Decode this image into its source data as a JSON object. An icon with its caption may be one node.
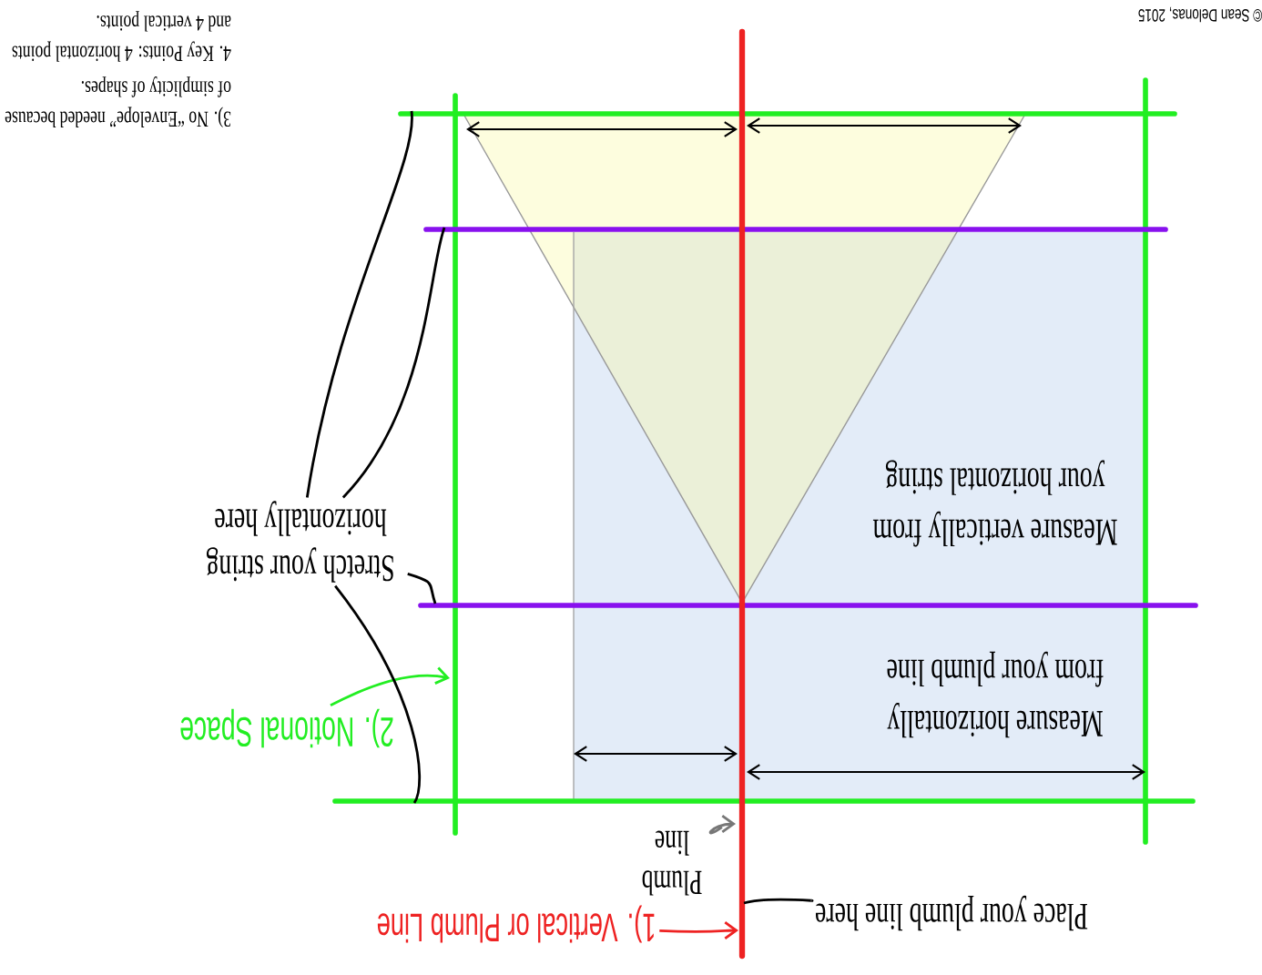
{
  "diagram": {
    "nodes": [
      {
        "text": [
          "1). Vertical or Plumb Line"
        ]
      },
      {
        "text": [
          "Plumb line"
        ]
      },
      {
        "text": [
          "Place your plumb line here"
        ]
      },
      {
        "text": [
          "2). Notional Space"
        ]
      },
      {
        "text": [
          "Stretch your string horizontally here"
        ]
      }
    ],
    "edges": [
      {
        "from": 0,
        "to": null,
        "arrow": "to",
        "color": "#ee2222"
      },
      {
        "from": 1,
        "to": null,
        "arrow": "to",
        "color": "#777777"
      },
      {
        "from": 2,
        "to": null,
        "arrow": "none"
      },
      {
        "from": 3,
        "to": null,
        "arrow": "to",
        "color": "#22ee22"
      },
      {
        "from": 4,
        "to": null,
        "arrow": "none"
      },
      {
        "from": 4,
        "to": null,
        "arrow": "none"
      },
      {
        "from": 4,
        "to": null,
        "arrow": "none"
      },
      {
        "from": 4,
        "to": null,
        "arrow": "none"
      }
    ],
    "labels": [
      "© Sean Delonas, 2015",
      "3). No “Envelope” needed because of simplicity of shapes.",
      "4. Key Points: 4 horizontal points and 4 vertical points.",
      "Measure vertically from your horizontal string",
      "Measure horizontally from your plumb line"
    ]
  }
}
